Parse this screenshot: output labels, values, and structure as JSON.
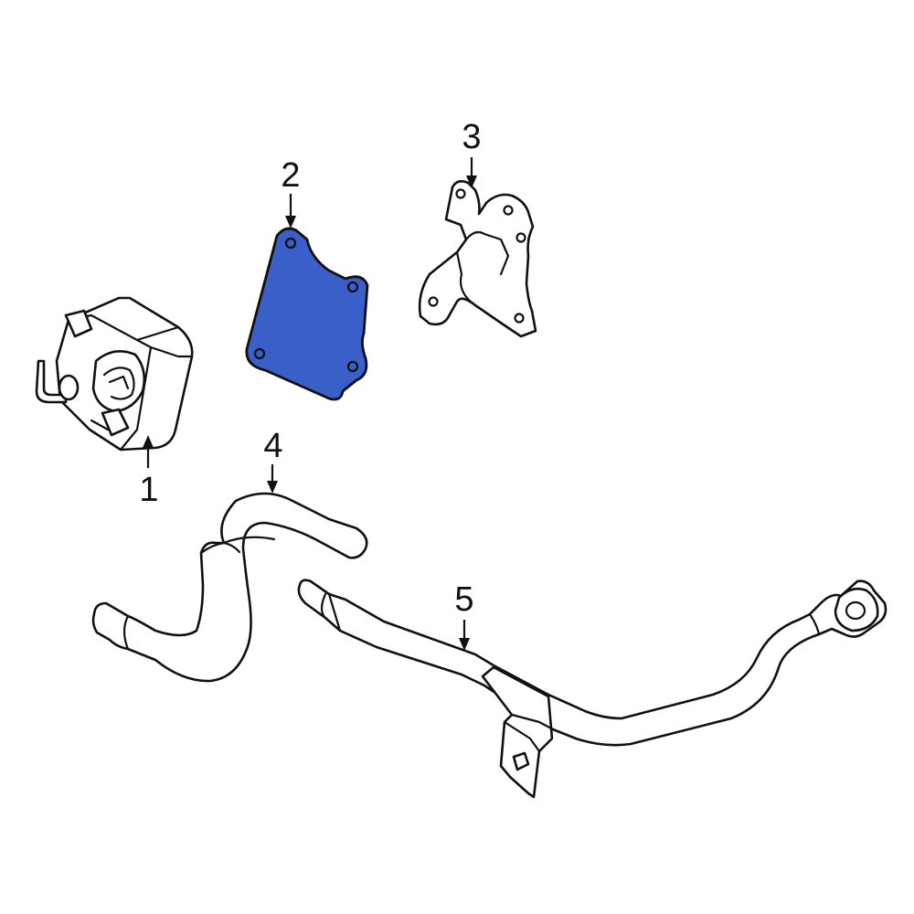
{
  "diagram": {
    "highlight_color": "#3a5fc8",
    "line_color": "#111111",
    "background": "#ffffff",
    "callouts": [
      {
        "label": "1"
      },
      {
        "label": "2"
      },
      {
        "label": "3"
      },
      {
        "label": "4"
      },
      {
        "label": "5"
      }
    ]
  }
}
